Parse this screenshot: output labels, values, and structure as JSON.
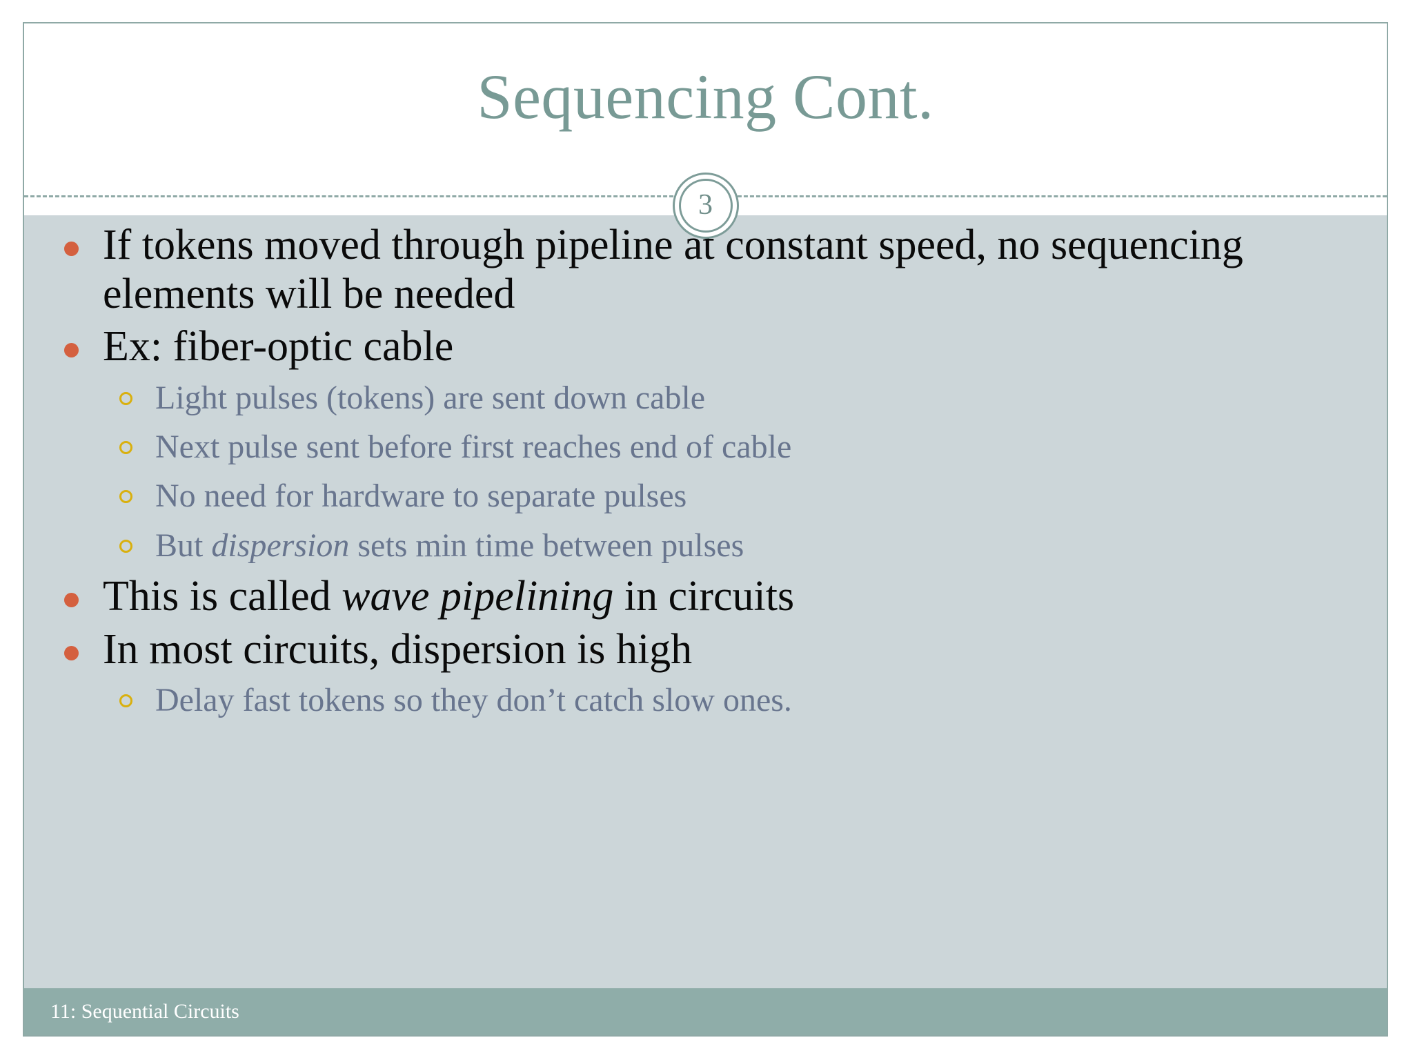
{
  "slide": {
    "title": "Sequencing Cont.",
    "number": "3",
    "colors": {
      "title_green": "#789a95",
      "border_green": "#8fa9a6",
      "body_bg": "#ccd6d9",
      "footer_bg": "#8fada9",
      "level1_bullet": "#d4603f",
      "level2_bullet": "#d9b00e",
      "level1_text": "#0a0a0a",
      "level2_text": "#68758e",
      "footer_text": "#ffffff"
    }
  },
  "content": {
    "items": [
      {
        "level": 1,
        "parts": [
          {
            "text": "If tokens moved through pipeline at constant speed, no sequencing elements will be needed",
            "italic": false
          }
        ]
      },
      {
        "level": 1,
        "parts": [
          {
            "text": "Ex: fiber-optic cable",
            "italic": false
          }
        ]
      },
      {
        "level": 2,
        "parts": [
          {
            "text": "Light pulses (tokens) are sent down cable",
            "italic": false
          }
        ]
      },
      {
        "level": 2,
        "parts": [
          {
            "text": "Next pulse sent before first reaches end of cable",
            "italic": false
          }
        ]
      },
      {
        "level": 2,
        "parts": [
          {
            "text": "No need for hardware to separate pulses",
            "italic": false
          }
        ]
      },
      {
        "level": 2,
        "parts": [
          {
            "text": "But ",
            "italic": false
          },
          {
            "text": "dispersion",
            "italic": true
          },
          {
            "text": " sets min time between pulses",
            "italic": false
          }
        ]
      },
      {
        "level": 1,
        "parts": [
          {
            "text": "This is called ",
            "italic": false
          },
          {
            "text": "wave pipelining",
            "italic": true
          },
          {
            "text": " in circuits",
            "italic": false
          }
        ]
      },
      {
        "level": 1,
        "parts": [
          {
            "text": "In most circuits, dispersion is high",
            "italic": false
          }
        ]
      },
      {
        "level": 2,
        "parts": [
          {
            "text": "Delay fast tokens so they don’t catch slow ones.",
            "italic": false
          }
        ]
      }
    ]
  },
  "footer": {
    "label": "11: Sequential Circuits"
  }
}
